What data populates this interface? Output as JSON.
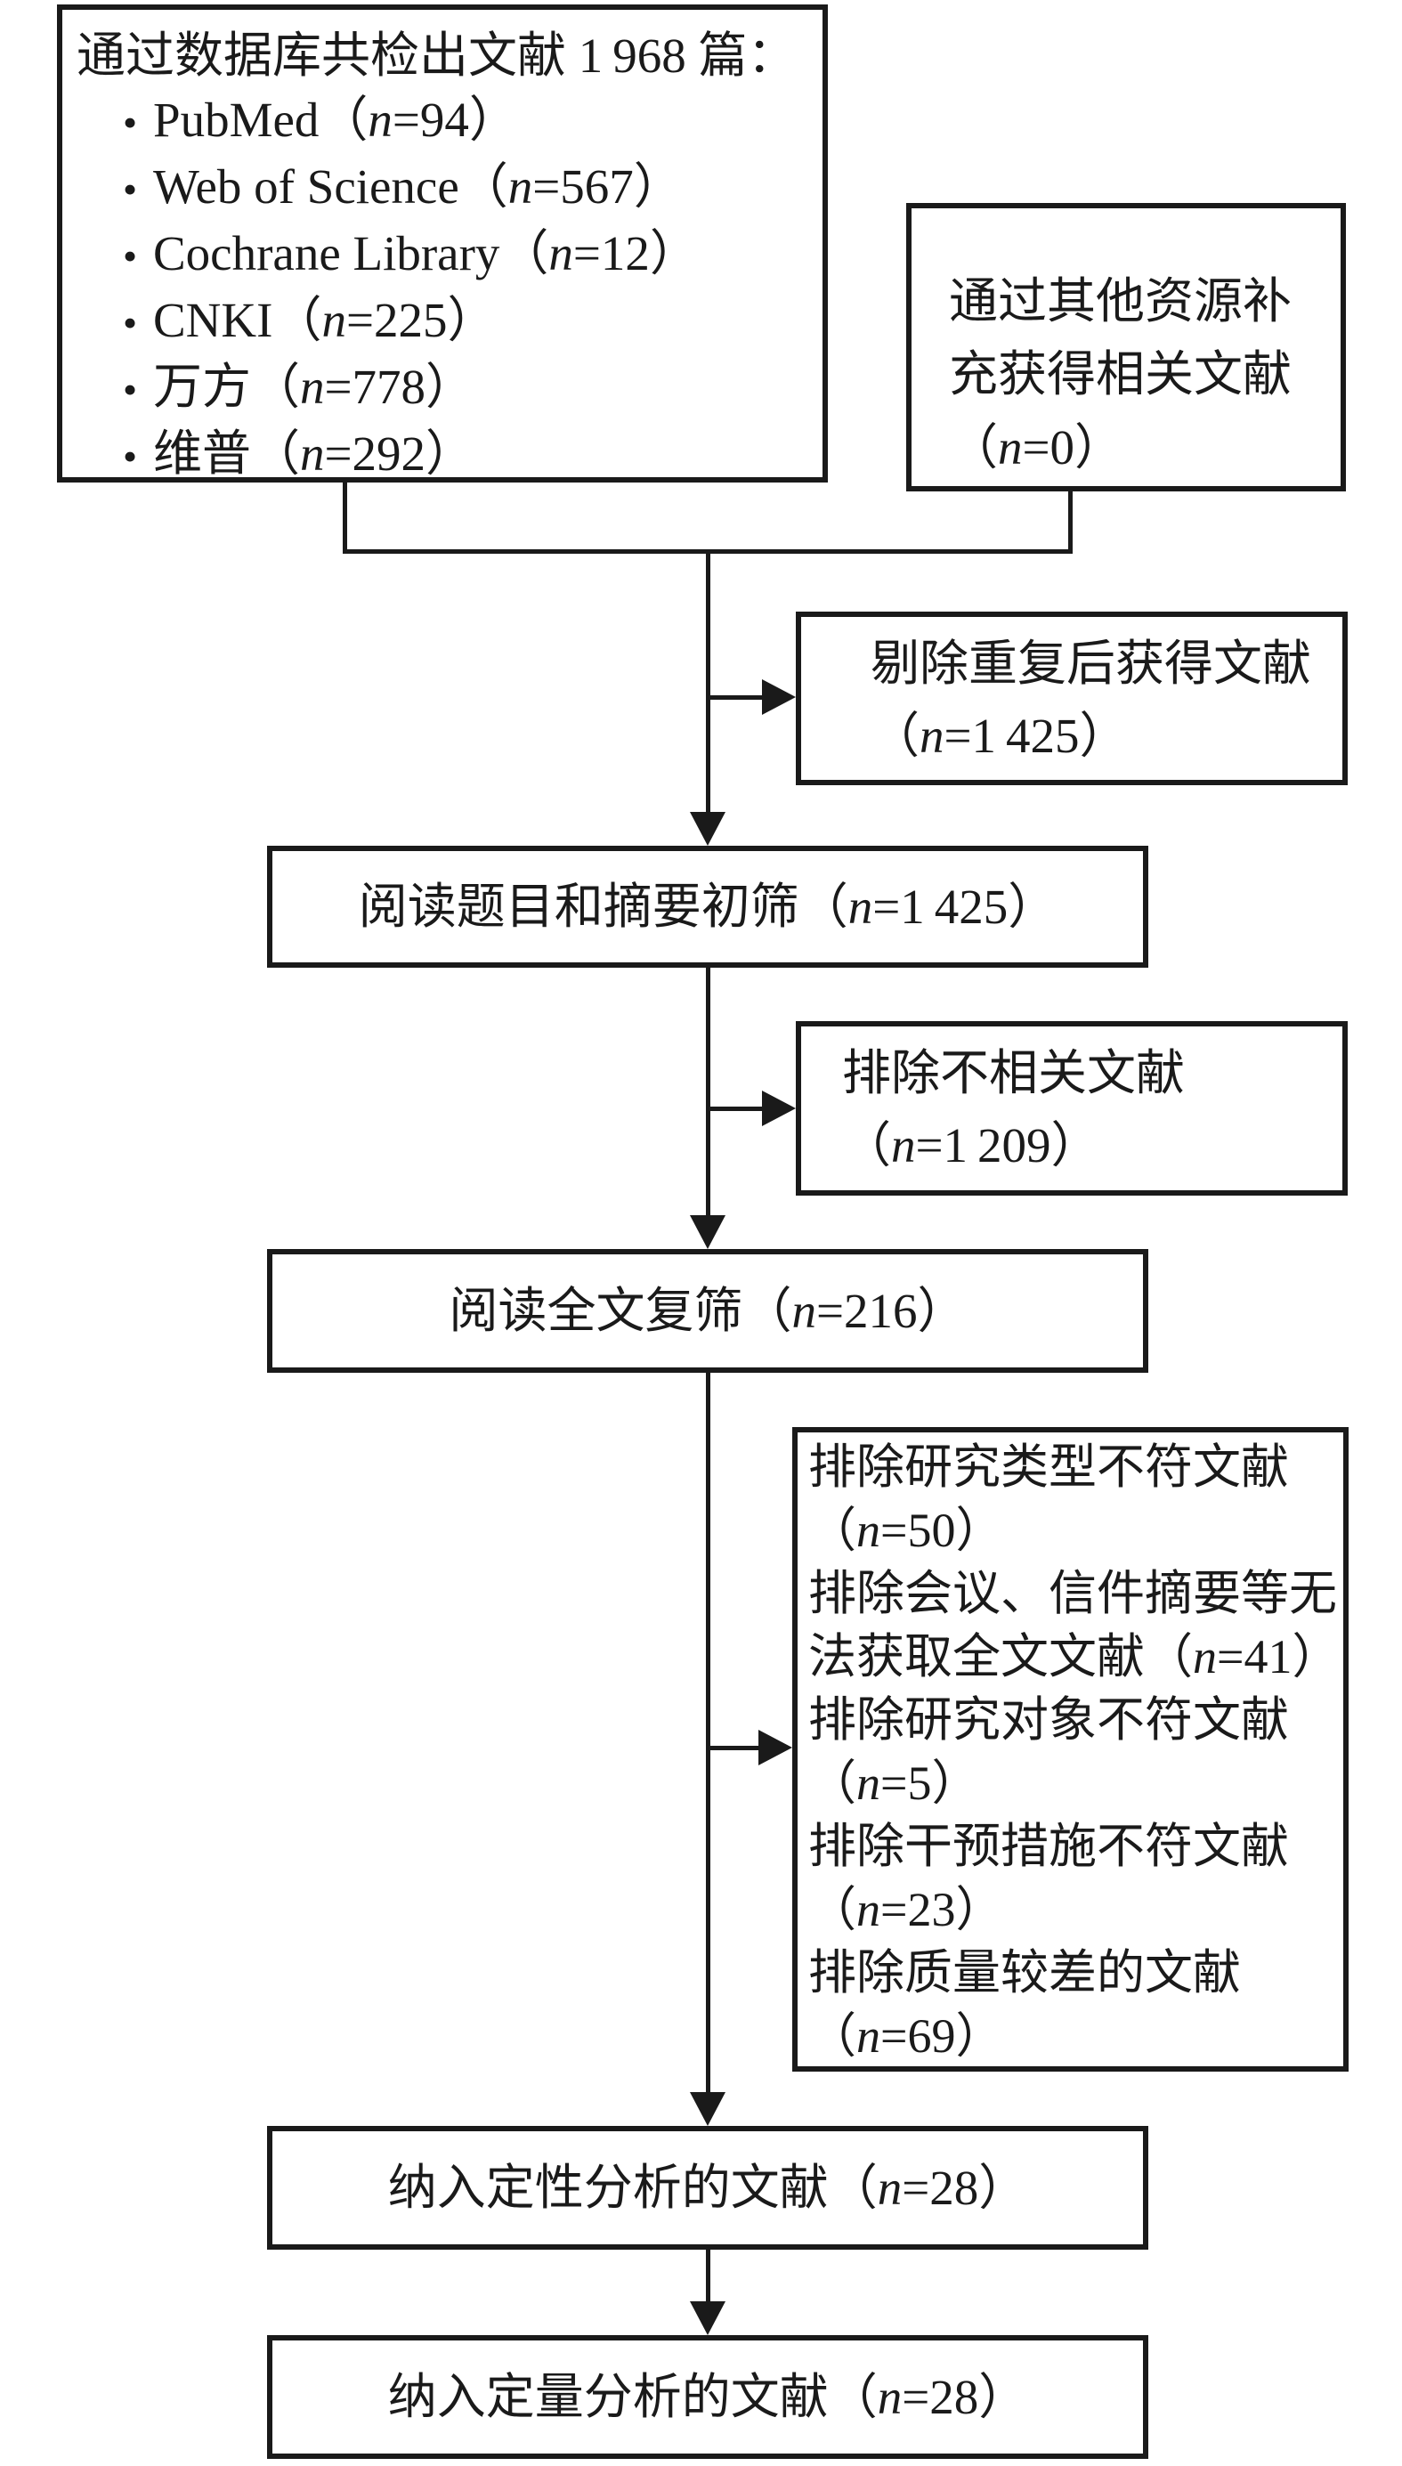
{
  "page": {
    "background": "#ffffff",
    "ink": "#1a1a1a"
  },
  "flowchart": {
    "boxes": {
      "database_sources": {
        "title": "通过数据库共检出文献 1 968 篇：",
        "bullet": "•",
        "items": [
          "PubMed（n=94）",
          "Web of Science（n=567）",
          "Cochrane Library（n=12）",
          "CNKI（n=225）",
          "万方（n=778）",
          "维普（n=292）"
        ]
      },
      "other_sources": {
        "lines": [
          "通过其他资源补",
          "充获得相关文献",
          "（n=0）"
        ]
      },
      "dedup_result": {
        "lines": [
          "剔除重复后获得文献",
          "（n=1 425）"
        ]
      },
      "title_abstract_screening": {
        "label": "阅读题目和摘要初筛（n=1 425）"
      },
      "irrelevant_excluded": {
        "lines": [
          "排除不相关文献",
          "（n=1 209）"
        ]
      },
      "fulltext_screening": {
        "label": "阅读全文复筛（n=216）"
      },
      "fulltext_exclusions": {
        "lines": [
          "排除研究类型不符文献",
          "（n=50）",
          "排除会议、信件摘要等无",
          "法获取全文文献（n=41）",
          "排除研究对象不符文献",
          "（n=5）",
          "排除干预措施不符文献",
          "（n=23）",
          "排除质量较差的文献",
          "（n=69）"
        ]
      },
      "qualitative_included": {
        "label": "纳入定性分析的文献（n=28）"
      },
      "quantitative_included": {
        "label": "纳入定量分析的文献（n=28）"
      }
    }
  }
}
